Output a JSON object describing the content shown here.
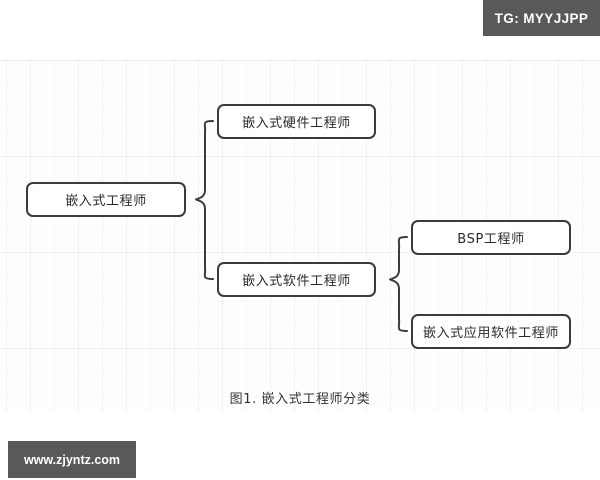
{
  "overlays": {
    "telegram_badge": {
      "label": "TG: MYYJJPP",
      "background": "#595959",
      "text_color": "#ffffff"
    },
    "site_watermark": {
      "label": "www.zjyntz.com",
      "background": "#595959",
      "text_color": "#ffffff"
    }
  },
  "figure": {
    "caption": "图1. 嵌入式工程师分类",
    "background": "#fefefe",
    "grid_color": "#e8ebee",
    "node_stroke": "#3b3b3b",
    "node_fill": "#ffffff",
    "text_color": "#2b2b2b"
  },
  "diagram": {
    "type": "hierarchy-bracket-tree",
    "orientation": "left-to-right",
    "connector_style": "curly-brace",
    "root": {
      "id": "embedded-engineer",
      "label": "嵌入式工程师",
      "children": [
        {
          "id": "embedded-hardware-engineer",
          "label": "嵌入式硬件工程师",
          "children": []
        },
        {
          "id": "embedded-software-engineer",
          "label": "嵌入式软件工程师",
          "children": [
            {
              "id": "bsp-engineer",
              "label": "BSP工程师",
              "children": []
            },
            {
              "id": "embedded-application-software-engineer",
              "label": "嵌入式应用软件工程师",
              "children": []
            }
          ]
        }
      ]
    },
    "nodes": [
      {
        "id": "embedded-engineer",
        "label": "嵌入式工程师",
        "level": 0
      },
      {
        "id": "embedded-hardware-engineer",
        "label": "嵌入式硬件工程师",
        "level": 1
      },
      {
        "id": "embedded-software-engineer",
        "label": "嵌入式软件工程师",
        "level": 1
      },
      {
        "id": "bsp-engineer",
        "label": "BSP工程师",
        "level": 2
      },
      {
        "id": "embedded-application-software-engineer",
        "label": "嵌入式应用软件工程师",
        "level": 2
      }
    ]
  }
}
